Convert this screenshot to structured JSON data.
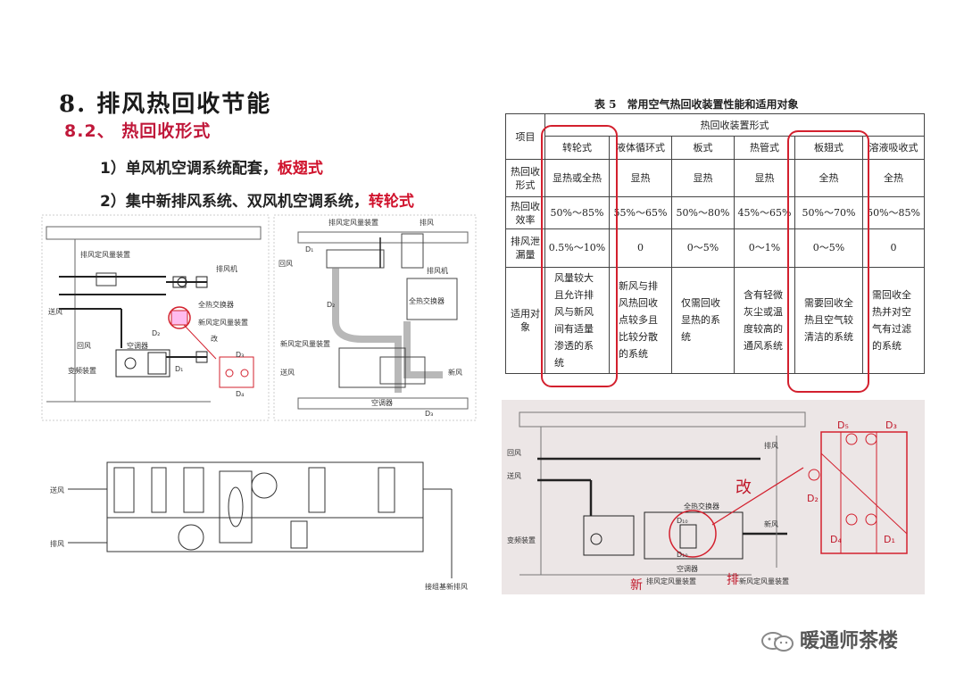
{
  "section_title": "8. 排风热回收节能",
  "subsection_title": "8.2、 热回收形式",
  "bullets": [
    {
      "text": "1）单风机空调系统配套，",
      "highlight": "板翅式"
    },
    {
      "text": "2）集中新排风系统、双风机空调系统，",
      "highlight": "转轮式"
    }
  ],
  "diagram_left": {
    "labels": [
      "排风定风量装置",
      "排风机",
      "全热交换器",
      "新风定风量装置",
      "回风",
      "送风",
      "空调器",
      "变频装置",
      "D₁",
      "D₂",
      "D₃",
      "D₄",
      "改"
    ]
  },
  "diagram_right": {
    "labels": [
      "排风定风量装置",
      "排风",
      "回风",
      "D₂",
      "D₁",
      "排风机",
      "全热交换器",
      "新风定风量装置",
      "新风",
      "送风",
      "空调器",
      "D₃"
    ]
  },
  "diagram_bottom": {
    "labels": [
      "送风",
      "排风",
      "接组基新排风"
    ]
  },
  "table": {
    "caption": "表 5　常用空气热回收装置性能和适用对象",
    "row_header": "项目",
    "group_header": "热回收装置形式",
    "columns": [
      "转轮式",
      "液体循环式",
      "板式",
      "热管式",
      "板翅式",
      "溶液吸收式"
    ],
    "rows": [
      {
        "label": "热回收形式",
        "values": [
          "显热或全热",
          "显热",
          "显热",
          "显热",
          "全热",
          "全热"
        ]
      },
      {
        "label": "热回收效率",
        "values": [
          "50%～85%",
          "55%～65%",
          "50%～80%",
          "45%～65%",
          "50%～70%",
          "50%～85%"
        ]
      },
      {
        "label": "排风泄漏量",
        "values": [
          "0.5%～10%",
          "0",
          "0～5%",
          "0～1%",
          "0～5%",
          "0"
        ]
      },
      {
        "label": "适用对象",
        "values": [
          "风量较大且允许排风与新风间有适量渗透的系统",
          "新风与排风热回收点较多且比较分散的系统",
          "仅需回收显热的系统",
          "含有轻微灰尘或温度较高的通风系统",
          "需要回收全热且空气较清洁的系统",
          "需回收全热并对空气有过滤的系统"
        ]
      }
    ]
  },
  "photo_diagram": {
    "labels": [
      "回风",
      "送风",
      "排风",
      "新风",
      "全热交换器",
      "空调器",
      "变频装置",
      "D₅",
      "D₃",
      "D₂",
      "D₄",
      "D₁",
      "D₁₀",
      "D₁₀",
      "改",
      "新",
      "排",
      "排风定风量装置",
      "新风定风量装置"
    ]
  },
  "watermark": "暖通师茶楼"
}
